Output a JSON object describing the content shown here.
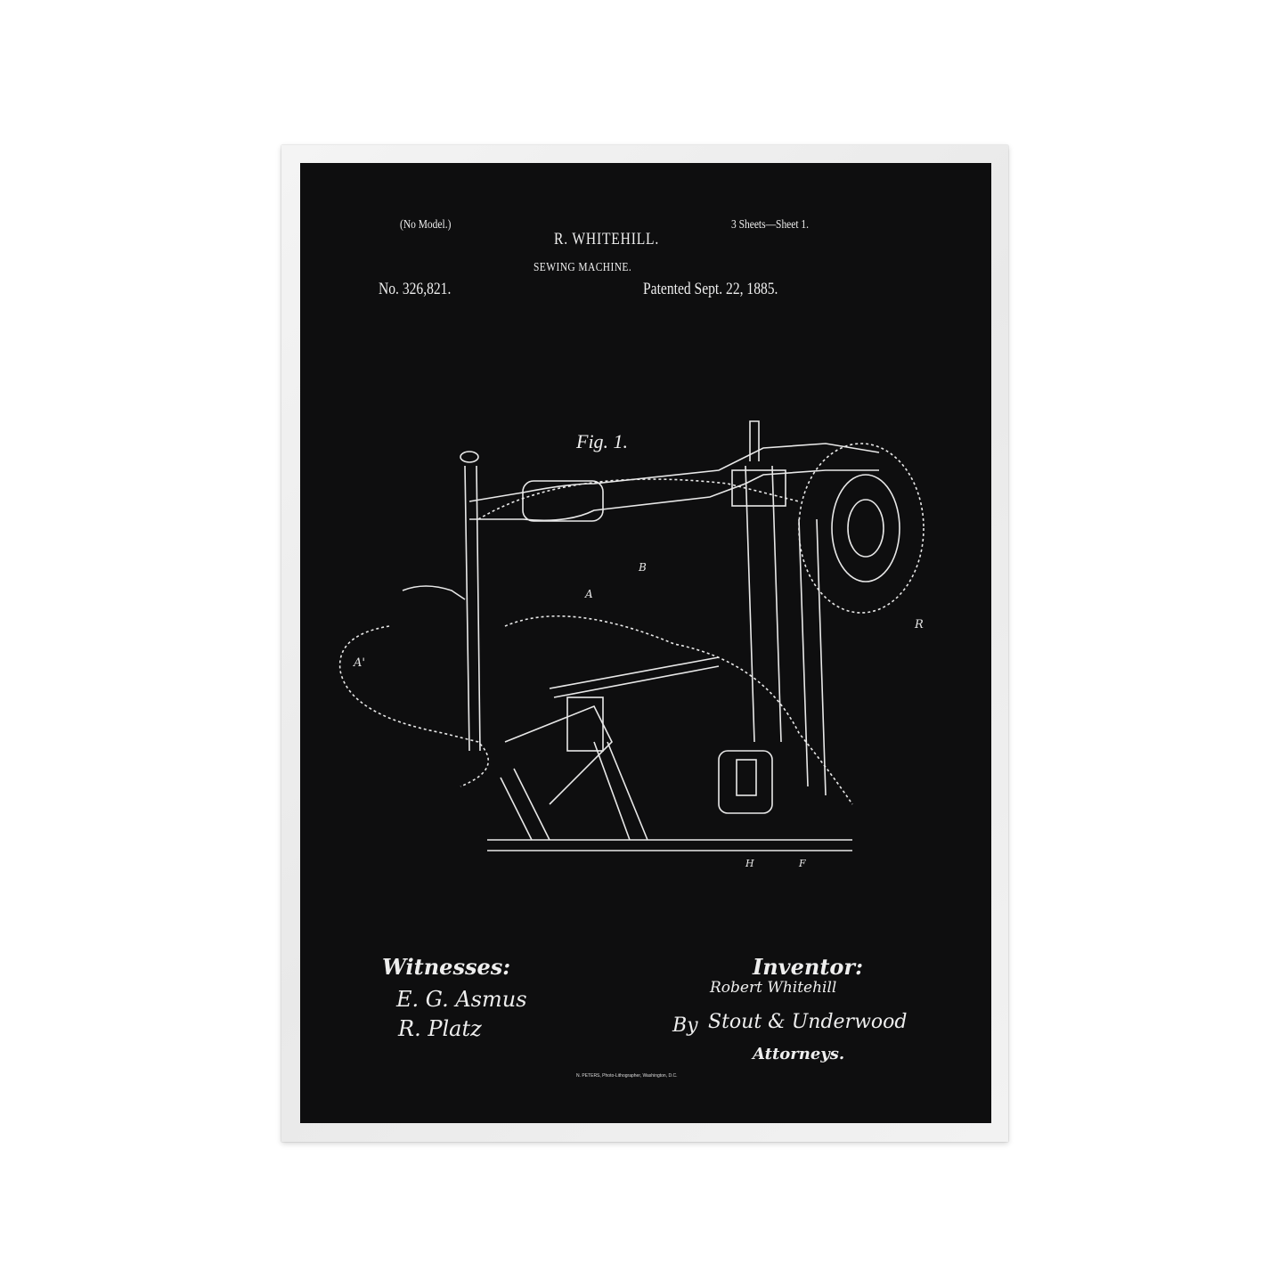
{
  "patent": {
    "no_model": "(No Model.)",
    "sheets": "3 Sheets—Sheet 1.",
    "inventor_name": "R. WHITEHILL.",
    "title": "SEWING MACHINE.",
    "number": "No. 326,821.",
    "patented": "Patented Sept. 22, 1885.",
    "figure_label": "Fig. 1.",
    "witnesses_label": "Witnesses:",
    "witness_1": "E. G. Asmus",
    "witness_2": "R. Platz",
    "inventor_label": "Inventor:",
    "inventor_signature": "Robert Whitehill",
    "by_label": "By",
    "attorney_signature": "Stout & Underwood",
    "attorneys_label": "Attorneys.",
    "printer": "N. PETERS, Photo-Lithographer, Washington, D.C."
  },
  "colors": {
    "background": "#ffffff",
    "frame": "#efefef",
    "poster": "#0e0e0f",
    "ink": "#f2f2f2"
  }
}
